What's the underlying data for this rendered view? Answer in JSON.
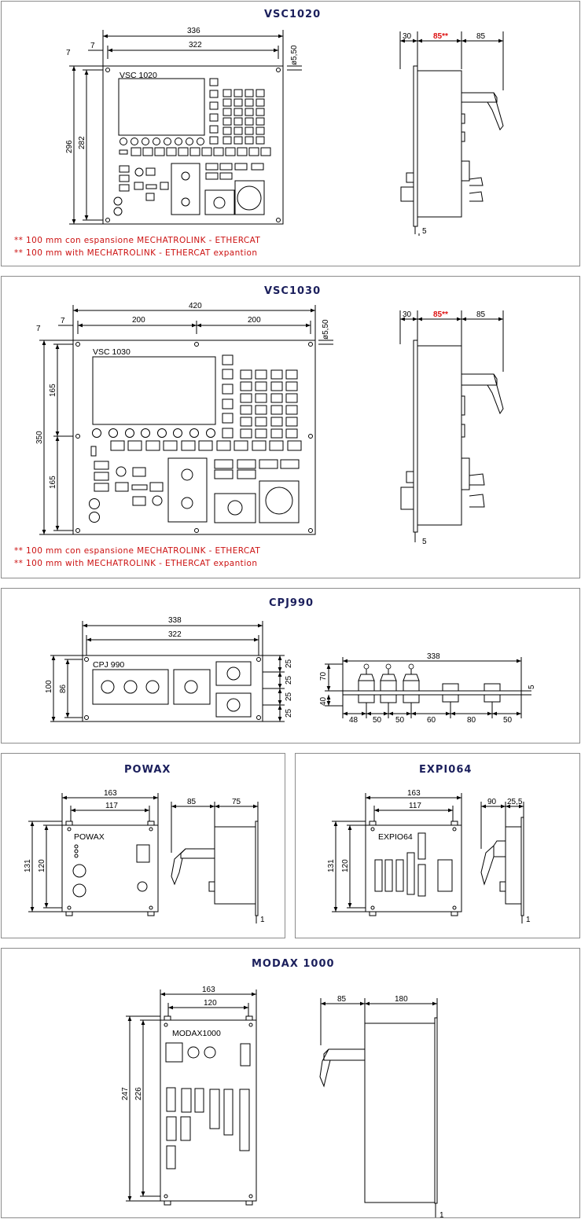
{
  "vsc1020": {
    "title": "VSC1020",
    "panel_label": "VSC 1020",
    "dims": {
      "w_total": "336",
      "w_inner": "322",
      "off": "7",
      "hole": "ø5,50",
      "h_total": "296",
      "h_inner": "282"
    },
    "side": {
      "d1": "30",
      "d2": "85**",
      "d3": "85",
      "t": "5"
    },
    "note_it": "** 100 mm con espansione MECHATROLINK - ETHERCAT",
    "note_en": "** 100 mm with MECHATROLINK - ETHERCAT expantion"
  },
  "vsc1030": {
    "title": "VSC1030",
    "panel_label": "VSC 1030",
    "dims": {
      "w_total": "420",
      "w_half1": "200",
      "w_half2": "200",
      "off_top": "7",
      "off_left": "7",
      "hole": "ø5,50",
      "h_total": "350",
      "h_half1": "165",
      "h_half2": "165"
    },
    "side": {
      "d1": "30",
      "d2": "85**",
      "d3": "85",
      "t": "5"
    },
    "note_it": "** 100 mm con espansione MECHATROLINK - ETHERCAT",
    "note_en": "** 100 mm with MECHATROLINK - ETHERCAT expantion"
  },
  "cpj990": {
    "title": "CPJ990",
    "panel_label": "CPJ 990",
    "dims": {
      "w_total": "338",
      "w_inner": "322",
      "h_total": "100",
      "h_inner": "86",
      "r1": "25",
      "r2": "25",
      "r3": "25",
      "r4": "25"
    },
    "side": {
      "len": "338",
      "up": "70",
      "down": "40",
      "t": "5",
      "s1": "48",
      "s2": "50",
      "s3": "50",
      "s4": "60",
      "s5": "80",
      "s6": "50"
    }
  },
  "powax": {
    "title": "POWAX",
    "panel_label": "POWAX",
    "dims": {
      "w_total": "163",
      "w_inner": "117",
      "h_total": "131",
      "h_inner": "120"
    },
    "side": {
      "d1": "85",
      "d2": "75",
      "t": "1"
    }
  },
  "expi064": {
    "title": "EXPI064",
    "panel_label": "EXPIO64",
    "dims": {
      "w_total": "163",
      "w_inner": "117",
      "h_total": "131",
      "h_inner": "120"
    },
    "side": {
      "d1": "90",
      "d2": "25,5",
      "t": "1"
    }
  },
  "modax1000": {
    "title": "MODAX 1000",
    "panel_label": "MODAX1000",
    "dims": {
      "w_total": "163",
      "w_inner": "120",
      "h_total": "247",
      "h_inner": "226"
    },
    "side": {
      "d1": "85",
      "d2": "180",
      "t": "1"
    }
  }
}
